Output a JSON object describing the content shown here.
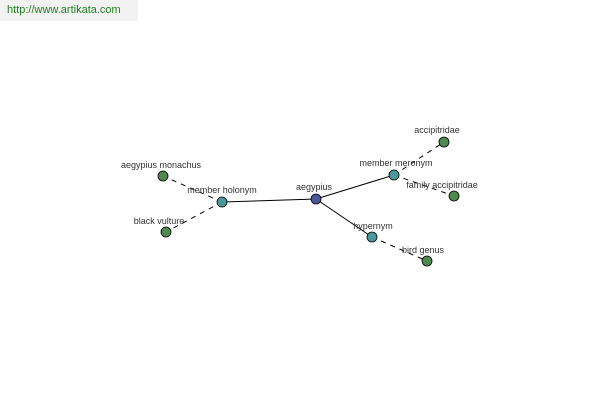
{
  "url": "http://www.artikata.com",
  "colors": {
    "root": "#4a5a9a",
    "relation": "#4a9a9a",
    "leaf": "#4e8a4e"
  },
  "nodes": {
    "aegypius": {
      "label": "aegypius",
      "kind": "root"
    },
    "member_holonym": {
      "label": "member holonym",
      "kind": "relation"
    },
    "member_meronym": {
      "label": "member meronym",
      "kind": "relation"
    },
    "hypernym": {
      "label": "hypernym",
      "kind": "relation"
    },
    "aegypius_monachus": {
      "label": "aegypius monachus",
      "kind": "leaf"
    },
    "black_vulture": {
      "label": "black vulture",
      "kind": "leaf"
    },
    "accipitridae": {
      "label": "accipitridae",
      "kind": "leaf"
    },
    "family_accipitridae": {
      "label": "family accipitridae",
      "kind": "leaf"
    },
    "bird_genus": {
      "label": "bird genus",
      "kind": "leaf"
    }
  },
  "edges": [
    {
      "from": "aegypius",
      "to": "member_holonym",
      "style": "solid"
    },
    {
      "from": "aegypius",
      "to": "member_meronym",
      "style": "solid"
    },
    {
      "from": "aegypius",
      "to": "hypernym",
      "style": "solid"
    },
    {
      "from": "member_holonym",
      "to": "aegypius_monachus",
      "style": "dashed"
    },
    {
      "from": "member_holonym",
      "to": "black_vulture",
      "style": "dashed"
    },
    {
      "from": "member_meronym",
      "to": "accipitridae",
      "style": "dashed"
    },
    {
      "from": "member_meronym",
      "to": "family_accipitridae",
      "style": "dashed"
    },
    {
      "from": "hypernym",
      "to": "bird_genus",
      "style": "dashed"
    }
  ]
}
